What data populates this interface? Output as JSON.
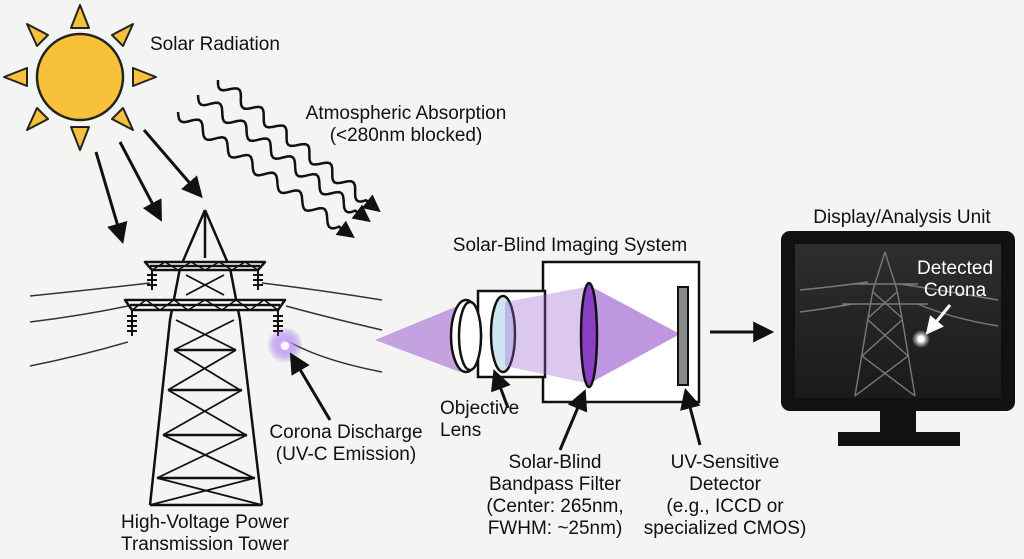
{
  "labels": {
    "solar_radiation": "Solar Radiation",
    "atmos_line1": "Atmospheric Absorption",
    "atmos_line2": "(<280nm blocked)",
    "imaging_system": "Solar-Blind Imaging System",
    "display_unit": "Display/Analysis Unit",
    "detected_line1": "Detected",
    "detected_line2": "Corona",
    "corona_line1": "Corona Discharge",
    "corona_line2": "(UV-C Emission)",
    "objective_line1": "Objective",
    "objective_line2": "Lens",
    "filter_line1": "Solar-Blind",
    "filter_line2": "Bandpass Filter",
    "filter_line3": "(Center: 265nm,",
    "filter_line4": "FWHM: ~25nm)",
    "detector_line1": "UV-Sensitive",
    "detector_line2": "Detector",
    "detector_line3": "(e.g., ICCD or",
    "detector_line4": "specialized CMOS)",
    "tower_line1": "High-Voltage Power",
    "tower_line2": "Transmission Tower"
  },
  "colors": {
    "sun": "#f7c23a",
    "uv_purple": "#9a5fd0",
    "lens_blue": "#cfe6f2",
    "filter_purple": "#8b3fc7",
    "detector_gray": "#8a8a8a",
    "screen_dark": "#2a2a2a"
  }
}
